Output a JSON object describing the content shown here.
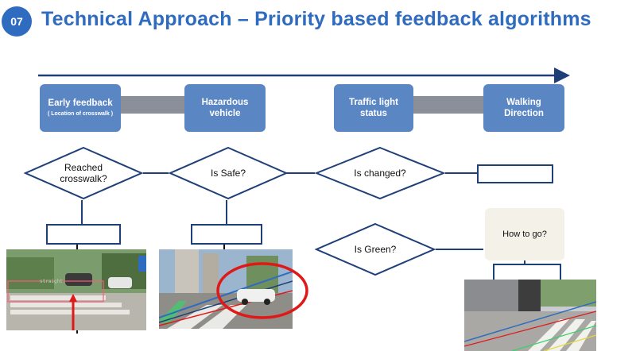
{
  "header": {
    "number": "07",
    "title": "Technical Approach – Priority based feedback algorithms"
  },
  "stages": [
    {
      "label": "Early feedback",
      "sub": "( Location of crosswalk )"
    },
    {
      "label": "Hazardous\nvehicle",
      "sub": ""
    },
    {
      "label": "Traffic light\nstatus",
      "sub": ""
    },
    {
      "label": "Walking\nDirection",
      "sub": ""
    }
  ],
  "decisions": {
    "reached": "Reached\ncrosswalk?",
    "safe": "Is Safe?",
    "changed": "Is changed?",
    "green": "Is Green?",
    "how_to_go": "How to go?"
  },
  "photos": {
    "crosswalk_label": "straight"
  },
  "colors": {
    "title_blue": "#2f6cc0",
    "stage_blue": "#5b86c4",
    "line_navy": "#1f3f78",
    "note_beige": "#f4f1e8",
    "hazard_red": "#e01818"
  }
}
